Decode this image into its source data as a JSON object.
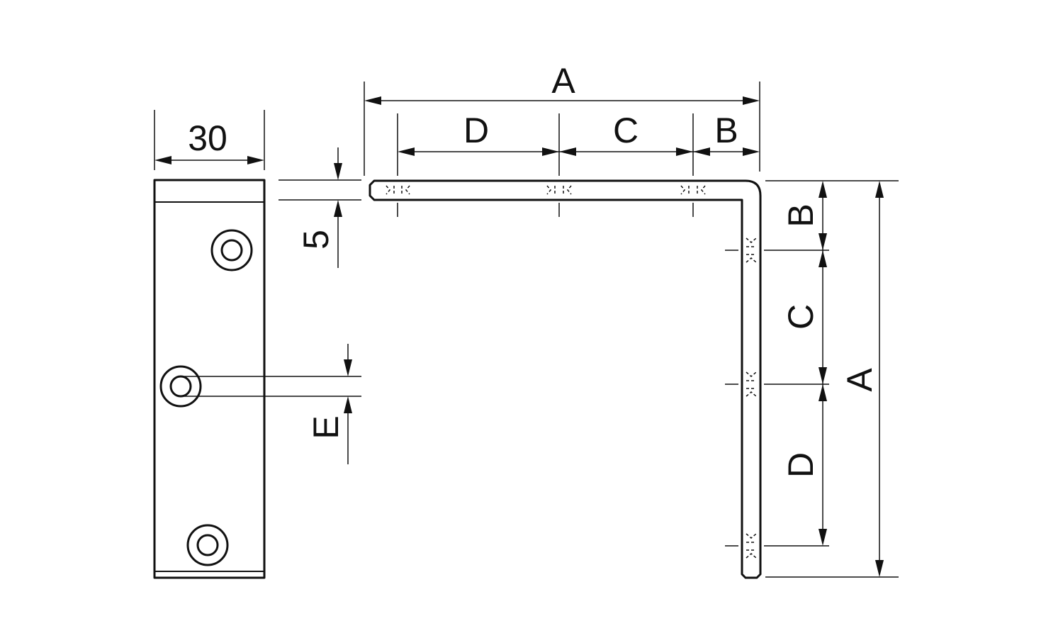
{
  "labels": {
    "width": "30",
    "thickness": "5",
    "hole_offset": "E",
    "horizontal": {
      "a": "A",
      "b": "B",
      "c": "C",
      "d": "D"
    },
    "vertical": {
      "a": "A",
      "b": "B",
      "c": "C",
      "d": "D"
    }
  },
  "colors": {
    "line": "#111111",
    "background": "#ffffff"
  }
}
